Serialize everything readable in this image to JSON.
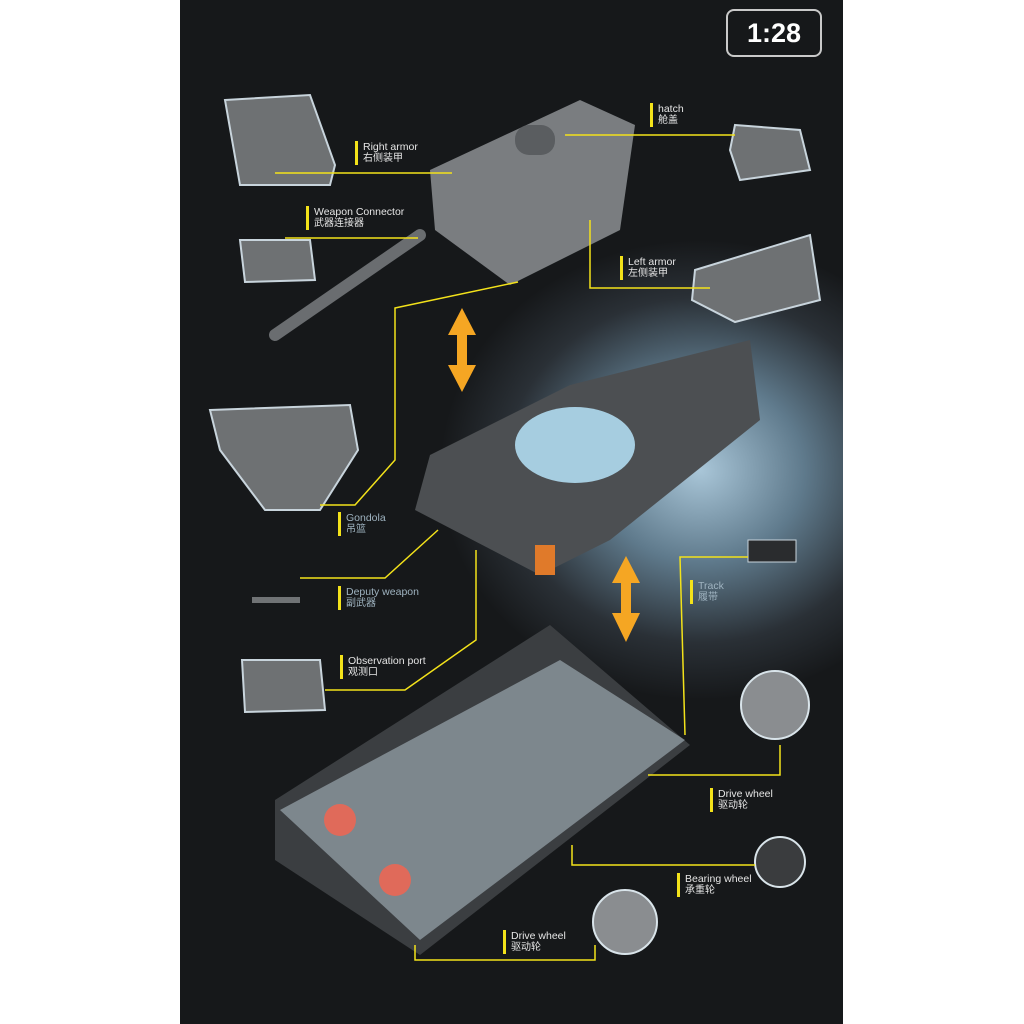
{
  "scale_badge": "1:28",
  "labels": {
    "right_armor": {
      "en": "Right armor",
      "zh": "右侧装甲"
    },
    "hatch": {
      "en": "hatch",
      "zh": "舱盖"
    },
    "weapon_connector": {
      "en": "Weapon Connector",
      "zh": "武器连接器"
    },
    "left_armor": {
      "en": "Left armor",
      "zh": "左侧装甲"
    },
    "gondola": {
      "en": "Gondola",
      "zh": "吊篮"
    },
    "deputy_weapon": {
      "en": "Deputy weapon",
      "zh": "副武器"
    },
    "track": {
      "en": "Track",
      "zh": "履带"
    },
    "observation_port": {
      "en": "Observation port",
      "zh": "观测口"
    },
    "drive_wheel_right": {
      "en": "Drive wheel",
      "zh": "驱动轮"
    },
    "bearing_wheel": {
      "en": "Bearing wheel",
      "zh": "承重轮"
    },
    "drive_wheel_bottom": {
      "en": "Drive wheel",
      "zh": "驱动轮"
    }
  },
  "colors": {
    "leader_line": "#f3e21a",
    "arrow": "#f5a623",
    "part": "#6b6e71"
  }
}
